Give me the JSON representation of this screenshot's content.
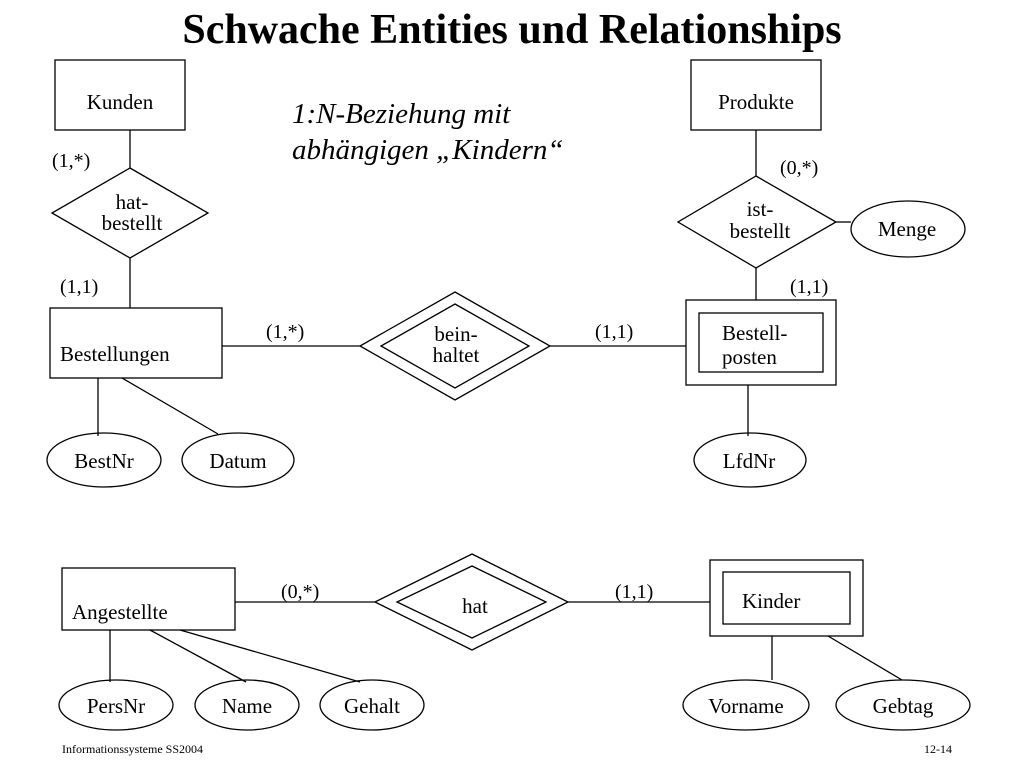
{
  "slide": {
    "title": "Schwache Entities und Relationships",
    "annotation_line1": "1:N-Beziehung mit",
    "annotation_line2": "abhängigen „Kindern“",
    "footer_left": "Informationssysteme SS2004",
    "footer_right": "12-14"
  },
  "entities": {
    "kunden": "Kunden",
    "produkte": "Produkte",
    "bestellungen": "Bestellungen",
    "bestellposten_1": "Bestell-",
    "bestellposten_2": "posten",
    "angestellte": "Angestellte",
    "kinder": "Kinder"
  },
  "relationships": {
    "hat_bestellt_1": "hat-",
    "hat_bestellt_2": "bestellt",
    "ist_bestellt_1": "ist-",
    "ist_bestellt_2": "bestellt",
    "beinhaltet_1": "bein-",
    "beinhaltet_2": "haltet",
    "hat": "hat"
  },
  "attributes": {
    "menge": "Menge",
    "bestnr": "BestNr",
    "datum": "Datum",
    "lfdnr": "LfdNr",
    "persnr": "PersNr",
    "name": "Name",
    "gehalt": "Gehalt",
    "vorname": "Vorname",
    "gebtag": "Gebtag"
  },
  "cardinalities": {
    "kunden_hat_bestellt": "(1,*)",
    "bestellungen_hat_bestellt": "(1,1)",
    "produkte_ist_bestellt": "(0,*)",
    "bestellposten_ist_bestellt": "(1,1)",
    "bestellungen_beinhaltet": "(1,*)",
    "bestellposten_beinhaltet": "(1,1)",
    "angestellte_hat": "(0,*)",
    "kinder_hat": "(1,1)"
  }
}
